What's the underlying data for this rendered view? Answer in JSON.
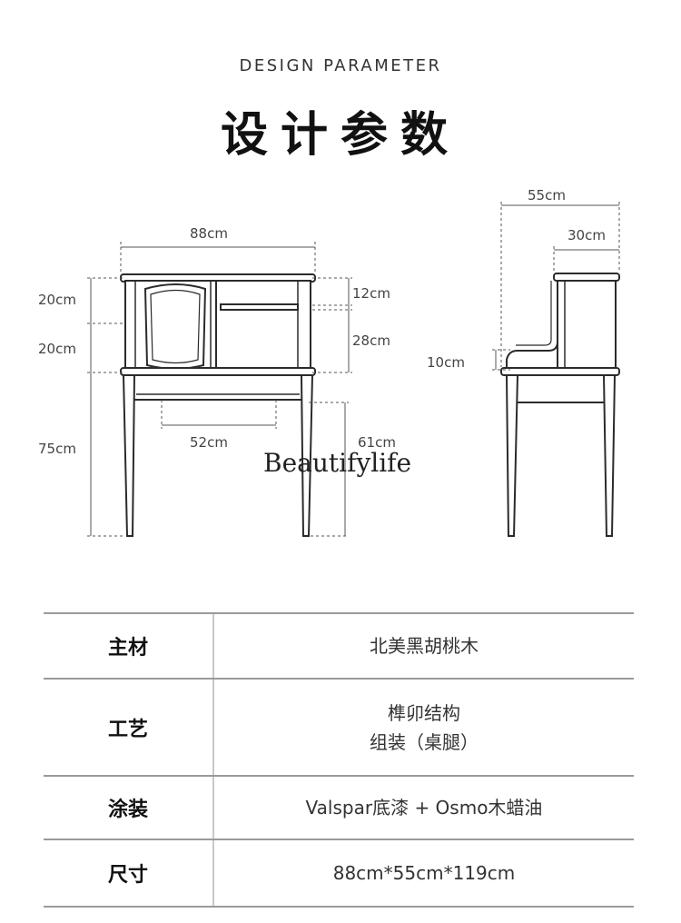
{
  "header": {
    "en_title": "DESIGN PARAMETER",
    "cn_title": "设计参数"
  },
  "drawing": {
    "dims": {
      "width": "88cm",
      "depth": "55cm",
      "top_depth": "30cm",
      "upper_height": "20cm",
      "mid_height": "20cm",
      "leg_height": "75cm",
      "shelf_gap": "12cm",
      "shelf_height": "28cm",
      "knee_width": "52cm",
      "knee_height": "61cm",
      "desk_lip": "10cm"
    },
    "brand": "Beautifylife"
  },
  "specs": [
    {
      "label": "主材",
      "values": [
        "北美黑胡桃木"
      ]
    },
    {
      "label": "工艺",
      "values": [
        "榫卯结构",
        "组装（桌腿）"
      ]
    },
    {
      "label": "涂装",
      "values": [
        "Valspar底漆 + Osmo木蜡油"
      ]
    },
    {
      "label": "尺寸",
      "values": [
        "88cm*55cm*119cm"
      ]
    }
  ]
}
